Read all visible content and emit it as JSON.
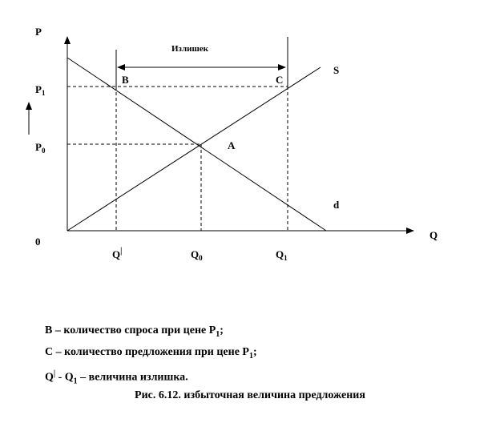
{
  "diagram": {
    "axis_p": "P",
    "axis_q": "Q",
    "origin": "0",
    "p1": "P",
    "p1_sub": "1",
    "p0": "P",
    "p0_sub": "0",
    "surplus": "Излишек",
    "point_b": "B",
    "point_c": "C",
    "point_a": "A",
    "curve_s": "S",
    "curve_d": "d",
    "q_prime": "Q",
    "q_prime_sup": "|",
    "q0": "Q",
    "q0_sub": "0",
    "q1": "Q",
    "q1_sub": "1"
  },
  "legend": {
    "line1_text": "В – количество спроса при цене Р",
    "line1_sub": "1",
    "line1_end": ";",
    "line2_text": "С – количество предложения при цене Р",
    "line2_sub": "1",
    "line2_end": ";",
    "line3_a": "Q",
    "line3_sup": "|",
    "line3_b": " - Q",
    "line3_sub": "1",
    "line3_c": " – величина излишка."
  },
  "caption": "Рис. 6.12. избыточная величина предложения"
}
